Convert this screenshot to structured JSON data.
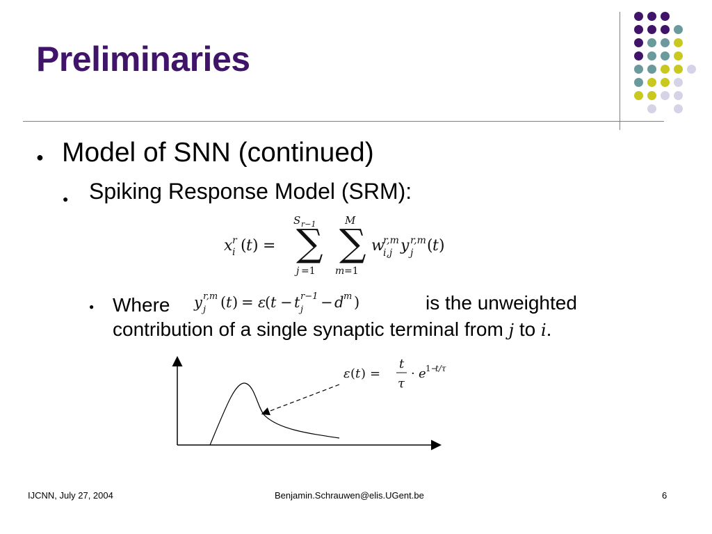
{
  "slide": {
    "title": "Preliminaries",
    "bullet_1": "Model of SNN (continued)",
    "bullet_2": "Spiking Response Model (SRM):",
    "bullet_3_where": "Where",
    "bullet_3_tail": "is the unweighted",
    "bullet_3_line2": "contribution of a single synaptic terminal from",
    "var_j": "j",
    "word_to": "to",
    "var_i": "i",
    "period": "."
  },
  "colors": {
    "title": "#3f1469",
    "purple": "#3f1469",
    "teal": "#6a9a9c",
    "yellow": "#c9c81e",
    "lavender": "#d4d4e6"
  },
  "footer": {
    "left": "IJCNN, July 27, 2004",
    "center": "Benjamin.Schrauwen@elis.UGent.be",
    "right": "6"
  }
}
